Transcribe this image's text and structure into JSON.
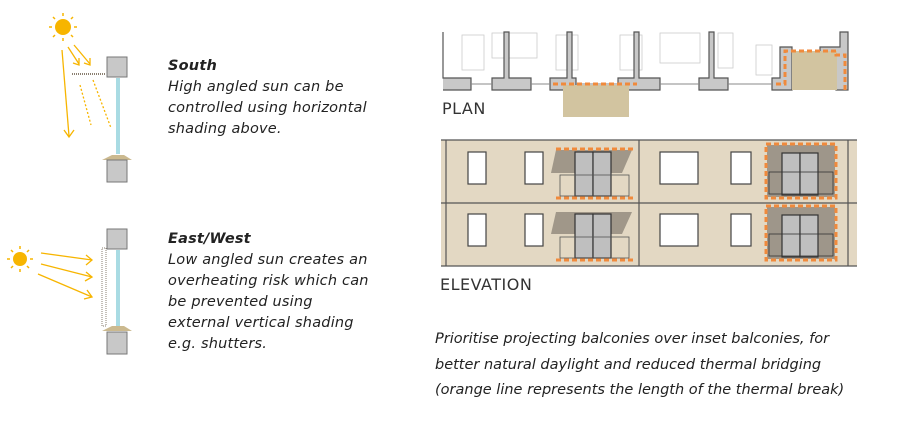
{
  "south": {
    "title": "South",
    "lines": [
      "High angled sun can be",
      "controlled using horizontal",
      "shading above."
    ]
  },
  "eastwest": {
    "title": "East/West",
    "lines": [
      "Low angled sun creates an",
      "overheating risk which can",
      "be prevented using",
      "external vertical shading",
      "e.g. shutters."
    ]
  },
  "plan_label": "PLAN",
  "elevation_label": "ELEVATION",
  "caption": [
    "Prioritise projecting balconies over inset balconies, for",
    "better natural daylight and reduced thermal bridging",
    "(orange line represents the length of the thermal break)"
  ],
  "colors": {
    "sun": "#f7b500",
    "thermal_break": "#f08a3c",
    "facade": "#e3d8c3",
    "wall": "#c8c8c8",
    "glass": "#a9dbe3"
  }
}
